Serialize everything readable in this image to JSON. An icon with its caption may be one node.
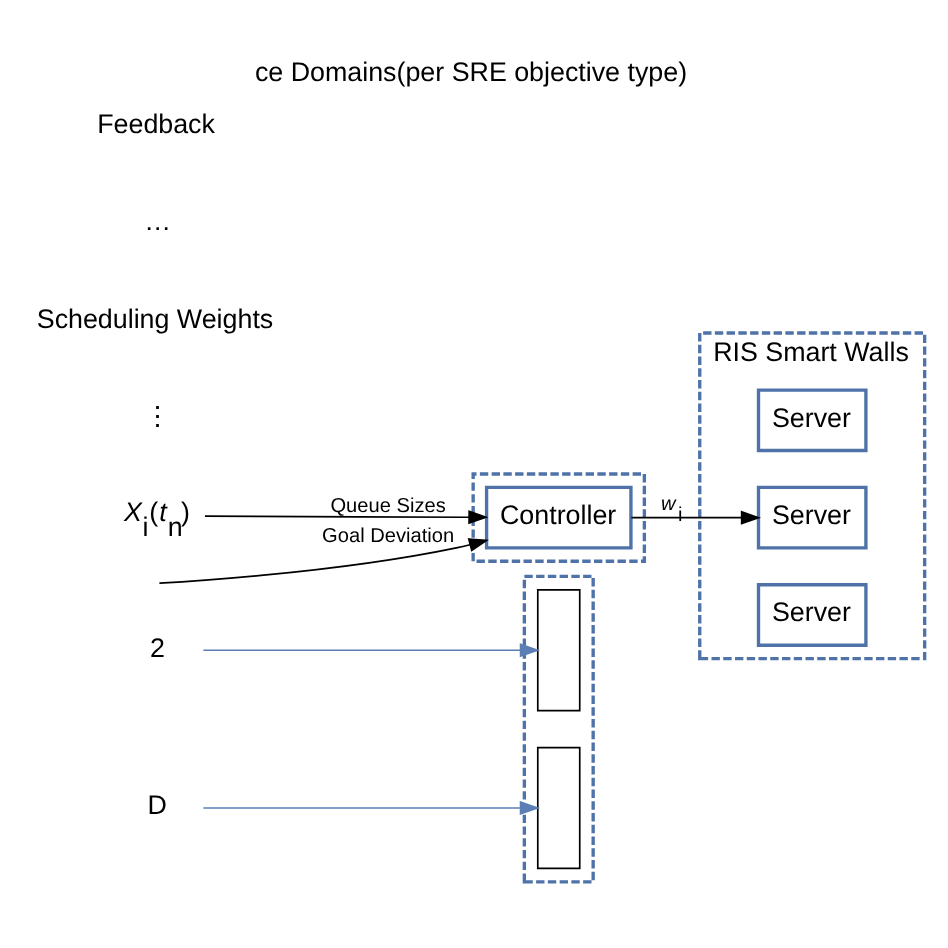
{
  "diagram": {
    "title": "ce Domains(per SRE objective type)",
    "nodes": [
      {
        "text": [],
        "shape": "box"
      },
      {
        "text": [],
        "shape": "box",
        "in": 0
      },
      {
        "text": [],
        "shape": "box",
        "in": 0
      },
      {
        "text": [
          "2"
        ]
      },
      {
        "text": [
          "D"
        ]
      },
      {
        "text": [
          "*X*$_{i}$(*t*$_{n}$)"
        ]
      },
      {
        "text": [],
        "shape": "box"
      },
      {
        "text": [
          "Controller"
        ],
        "in": 6
      },
      {
        "text": [
          "RIS Smart Walls"
        ]
      },
      {
        "text": [
          "Server"
        ],
        "in": 8
      },
      {
        "text": [
          "Server"
        ],
        "in": 8
      },
      {
        "text": [
          "Server"
        ],
        "in": 8
      }
    ],
    "edges": [
      {
        "from": 3,
        "to": 1,
        "arrow": "to",
        "color": "#5b7fb5"
      },
      {
        "from": 4,
        "to": 2,
        "arrow": "to",
        "color": "#5b7fb5"
      },
      {
        "from": 5,
        "to": 7,
        "arrow": "to",
        "label": "Queue Sizes"
      },
      {
        "from": null,
        "to": 7,
        "arrow": "to",
        "label": "Goal Deviation"
      },
      {
        "from": 7,
        "to": 10,
        "arrow": "to",
        "label": "*w*$_{i}$"
      }
    ],
    "labels": [
      "⋮",
      "Scheduling Weights",
      "…",
      "Feedback"
    ]
  }
}
